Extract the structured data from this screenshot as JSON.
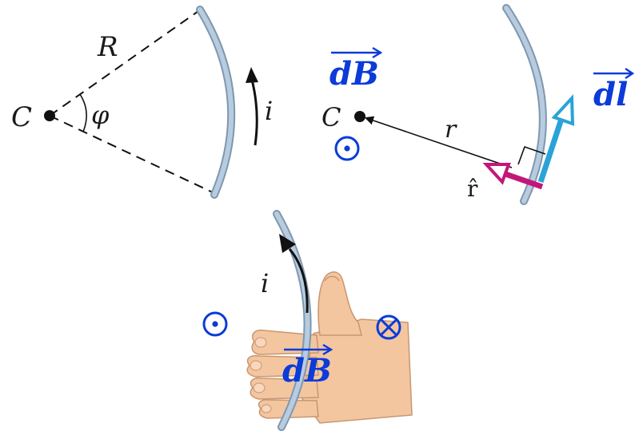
{
  "panel1": {
    "label_R": "R",
    "label_C": "C",
    "label_phi": "φ",
    "label_i": "i"
  },
  "panel2": {
    "label_dB": "dB",
    "label_dl": "dl",
    "label_C": "C",
    "label_r": "r",
    "label_rhat": "r̂",
    "out_of_page_symbol": "⊙"
  },
  "panel3": {
    "label_i": "i",
    "label_dB": "dB",
    "out_of_page_symbol": "⊙",
    "into_page_symbol": "⊗"
  },
  "colors": {
    "wire": "#a9bfd3",
    "wire_edge": "#7f98af",
    "label_blue": "#0b3bd8",
    "dl_arrow": "#2aa3d8",
    "rhat_arrow": "#c2177a",
    "skin": "#f3c6a0"
  }
}
